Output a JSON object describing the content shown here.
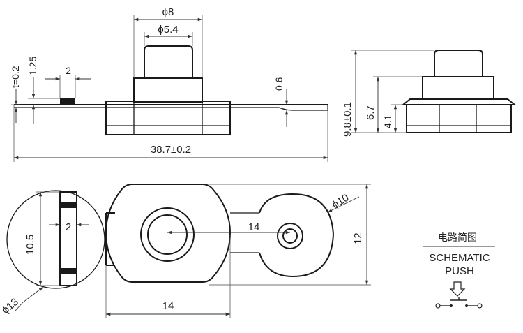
{
  "dimensions": {
    "phi8": "ϕ8",
    "phi5_4": "ϕ5.4",
    "t0_2": "t=0.2",
    "d1_25": "1.25",
    "d2_top": "2",
    "d0_6": "0.6",
    "d38_7": "38.7±0.2",
    "d9_8": "9.8±0.1",
    "d6_7": "6.7",
    "d4_1": "4.1",
    "phi10": "ϕ10",
    "d12": "12",
    "d14_mid": "14",
    "d10_5": "10.5",
    "d2_detail": "2",
    "d14_bottom": "14",
    "phi13": "ϕ13"
  },
  "schematic": {
    "title_cn": "电路简图",
    "title_en": "SCHEMATIC",
    "subtitle": "PUSH"
  }
}
